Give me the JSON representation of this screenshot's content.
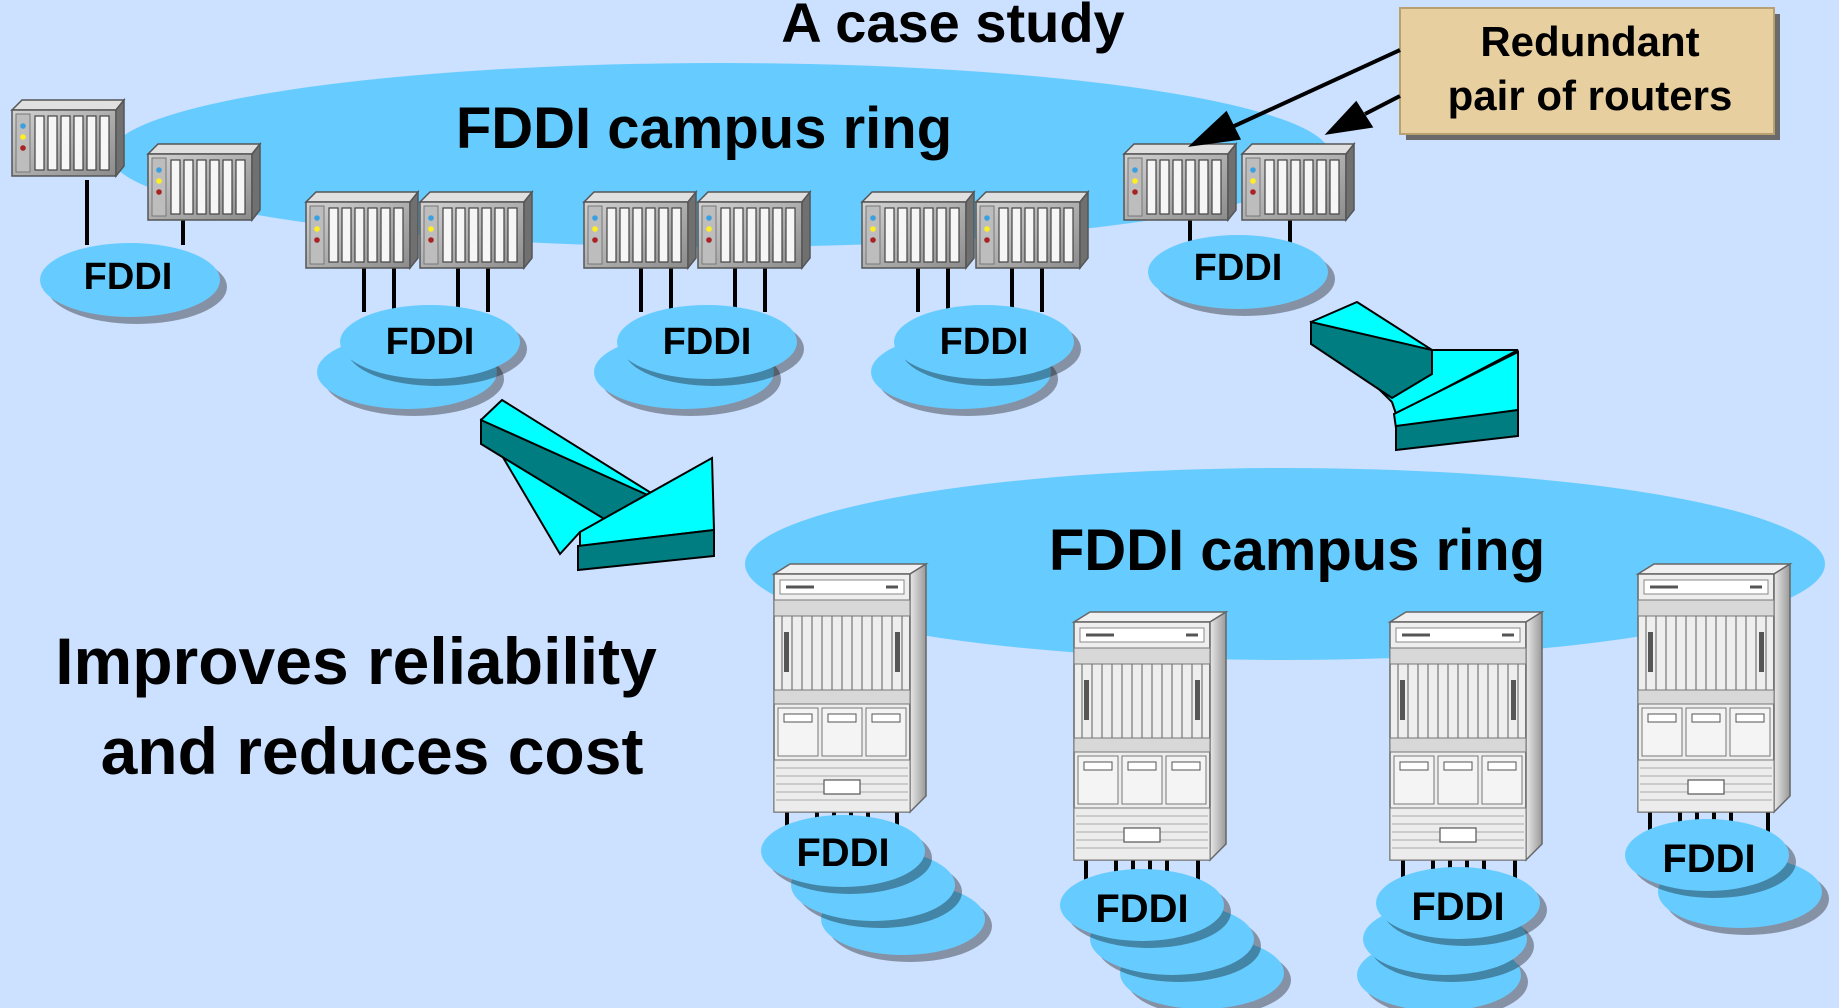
{
  "title": "A case study",
  "callout": {
    "line1": "Redundant",
    "line2": "pair of routers"
  },
  "ring_top_label": "FDDI campus ring",
  "ring_bottom_label": "FDDI campus ring",
  "fddi_label": "FDDI",
  "conclusion": {
    "line1": "Improves reliability",
    "line2": "and reduces cost"
  },
  "colors": {
    "background": "#cce0ff",
    "ring": "#66ccff",
    "arrow_face": "#00ffff",
    "arrow_side": "#008080",
    "callout_fill": "#e8cfa0",
    "router_gray": "#aaaaaa"
  }
}
